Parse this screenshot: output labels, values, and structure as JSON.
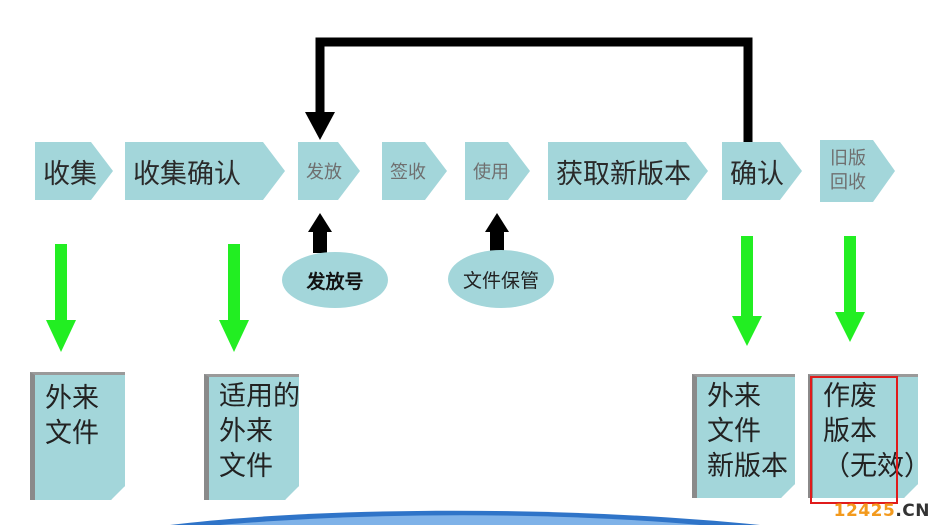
{
  "flow_steps": [
    {
      "label": "收集"
    },
    {
      "label": "收集确认"
    },
    {
      "label": "发放"
    },
    {
      "label": "签收"
    },
    {
      "label": "使用"
    },
    {
      "label": "获取新版本"
    },
    {
      "label": "确认"
    },
    {
      "line1": "旧版",
      "line2": "回收"
    }
  ],
  "ellipses": {
    "issue_number": "发放号",
    "file_storage": "文件保管"
  },
  "cards": {
    "external_files": {
      "line1": "外来",
      "line2": "文件"
    },
    "applicable_external": {
      "line1": "适用的",
      "line2": "外来",
      "line3": "文件"
    },
    "new_version_external": {
      "line1": "外来",
      "line2": "文件",
      "line3": "新版本"
    },
    "void_version": {
      "line1": "作废",
      "line2": "版本",
      "line3": "（无效）"
    }
  },
  "colors": {
    "shape_fill": "#a3d6da",
    "down_arrow": "#22ee22",
    "connector": "#000000",
    "highlight_border": "#e01b1b"
  },
  "watermark": {
    "number": "12425",
    "suffix": ".CN"
  }
}
